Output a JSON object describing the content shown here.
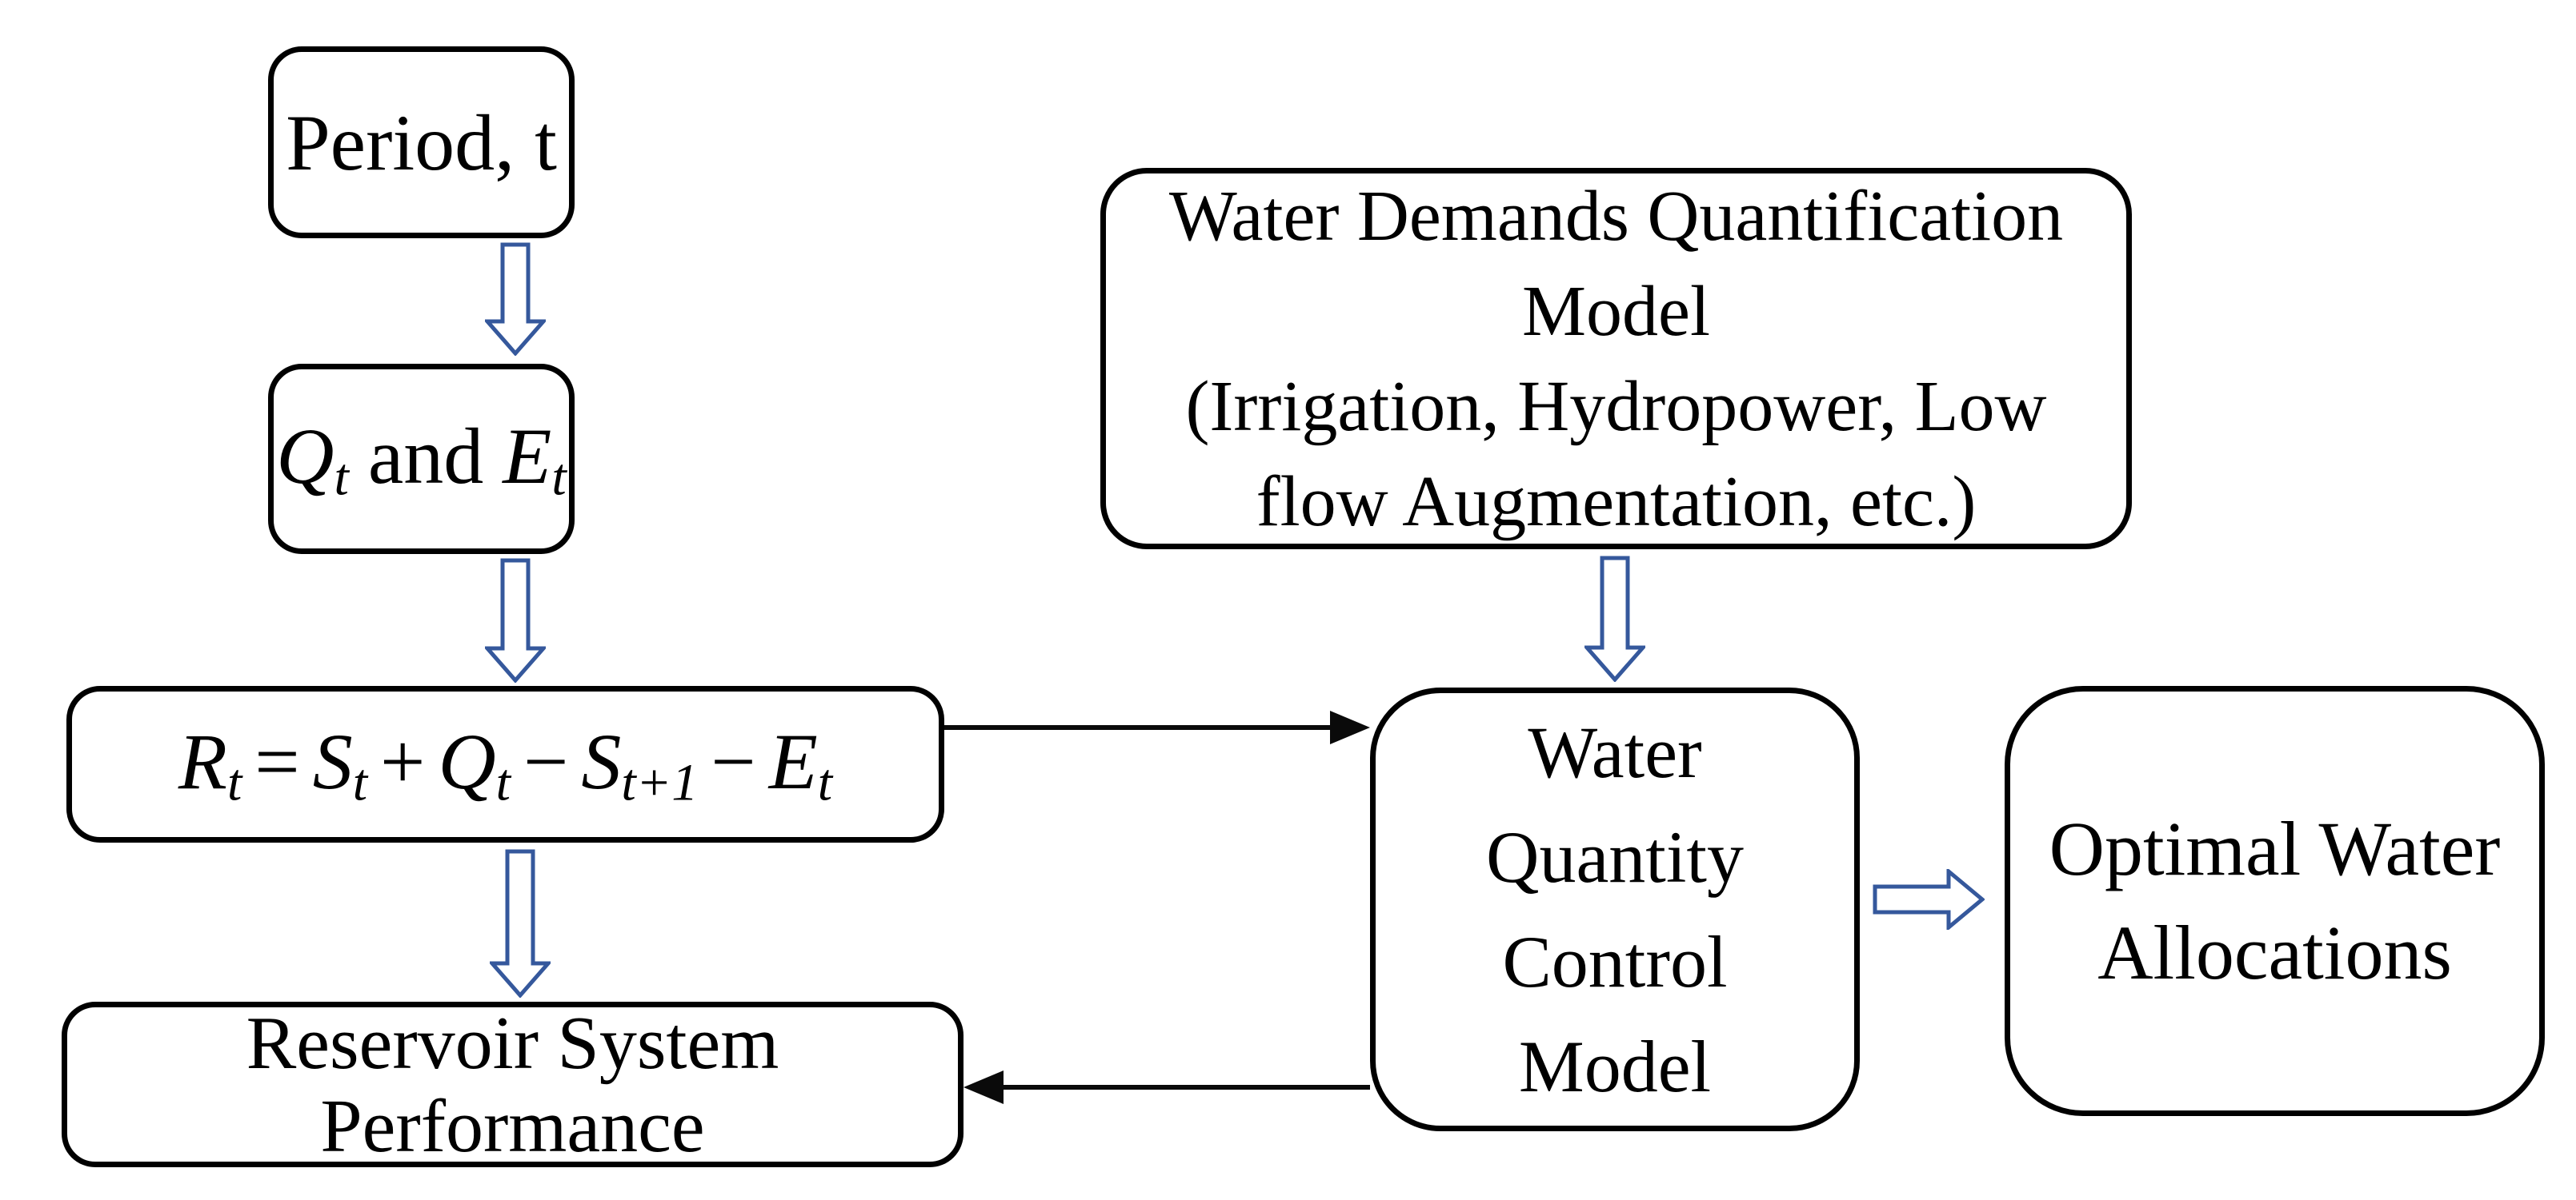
{
  "diagram": {
    "description": "Flowchart of a reservoir water-quantity optimization model",
    "colors": {
      "block_arrow_blue": "#35589c",
      "line_arrow_black": "#0a0a0a",
      "box_border": "#000000",
      "box_fill": "#ffffff",
      "text": "#000000"
    },
    "nodes": {
      "period": {
        "label": "Period, t"
      },
      "inflow_evap": {
        "q": "Q",
        "q_sub": "t",
        "conj": "and",
        "e": "E",
        "e_sub": "t"
      },
      "release_equation": {
        "r": "R",
        "r_sub": "t",
        "equals": "=",
        "s1": "S",
        "s1_sub": "t",
        "plus": "+",
        "q": "Q",
        "q_sub": "t",
        "minus1": "−",
        "s2": "S",
        "s2_sub": "t+1",
        "minus2": "−",
        "e": "E",
        "e_sub": "t"
      },
      "reservoir_performance": {
        "line1": "Reservoir System",
        "line2": "Performance"
      },
      "water_demands": {
        "line1": "Water Demands Quantification",
        "line2": "Model",
        "line3": "(Irrigation, Hydropower, Low",
        "line4": "flow Augmentation, etc.)"
      },
      "water_quantity_control": {
        "line1": "Water",
        "line2": "Quantity",
        "line3": "Control",
        "line4": "Model"
      },
      "optimal_allocations": {
        "line1": "Optimal Water",
        "line2": "Allocations"
      }
    }
  }
}
